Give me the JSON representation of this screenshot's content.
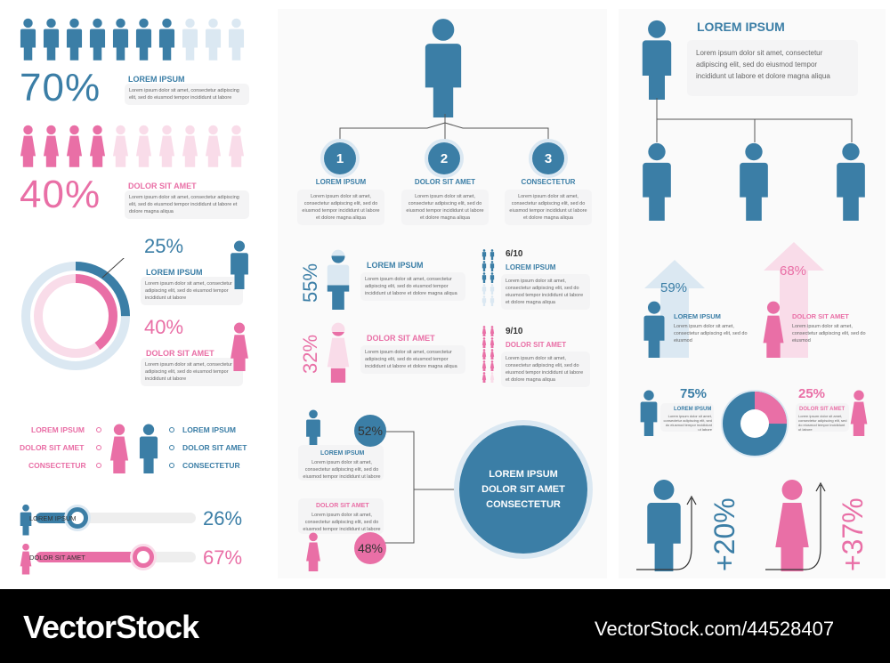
{
  "colors": {
    "blue": "#3b7ea6",
    "pink": "#e96fa6",
    "light_blue": "#dbe8f2",
    "light_pink": "#f9dce9"
  },
  "left": {
    "stat1": {
      "value": "70%",
      "filled": 7,
      "total": 10,
      "title": "LOREM IPSUM",
      "text": "Lorem ipsum dolor sit amet, consectetur adipiscing elit, sed do eiusmod tempor incididunt ut labore"
    },
    "stat2": {
      "value": "40%",
      "filled": 4,
      "total": 10,
      "title": "DOLOR SIT AMET",
      "text": "Lorem ipsum dolor sit amet, consectetur adipiscing elit, sed do eiusmod tempor incididunt ut labore et dolore magna aliqua"
    },
    "rings": [
      {
        "value": "25%",
        "fraction": 0.25,
        "title": "LOREM IPSUM",
        "text": "Lorem ipsum dolor sit amet, consectetur adipiscing elit, sed do eiusmod tempor incididunt ut labore"
      },
      {
        "value": "40%",
        "fraction": 0.4,
        "title": "DOLOR SIT AMET",
        "text": "Lorem ipsum dolor sit amet, consectetur adipiscing elit, sed do eiusmod tempor incididunt ut labore"
      }
    ],
    "legend": {
      "left": [
        "LOREM IPSUM",
        "DOLOR SIT AMET",
        "CONSECTETUR"
      ],
      "right": [
        "LOREM IPSUM",
        "DOLOR SIT AMET",
        "CONSECTETUR"
      ]
    },
    "bars": [
      {
        "label": "LOREM IPSUM",
        "value": "26%",
        "fraction": 0.26
      },
      {
        "label": "DOLOR SIT AMET",
        "value": "67%",
        "fraction": 0.67
      }
    ]
  },
  "middle": {
    "steps": [
      {
        "num": "1",
        "title": "LOREM IPSUM",
        "text": "Lorem ipsum dolor sit amet, consectetur adipiscing elit, sed do eiusmod tempor incididunt ut labore et dolore magna aliqua"
      },
      {
        "num": "2",
        "title": "DOLOR SIT AMET",
        "text": "Lorem ipsum dolor sit amet, consectetur adipiscing elit, sed do eiusmod tempor incididunt ut labore et dolore magna aliqua"
      },
      {
        "num": "3",
        "title": "CONSECTETUR",
        "text": "Lorem ipsum dolor sit amet, consectetur adipiscing elit, sed do eiusmod tempor incididunt ut labore et dolore magna aliqua"
      }
    ],
    "stats": [
      {
        "value": "55%",
        "title": "LOREM IPSUM",
        "text": "Lorem ipsum dolor sit amet, consectetur adipiscing elit, sed do eiusmod tempor incididunt ut labore et dolore magna aliqua"
      },
      {
        "value": "32%",
        "title": "DOLOR SIT AMET",
        "text": "Lorem ipsum dolor sit amet, consectetur adipiscing elit, sed do eiusmod tempor incididunt ut labore et dolore magna aliqua"
      }
    ],
    "ratios": [
      {
        "value": "6/10",
        "filled": 6,
        "title": "LOREM IPSUM",
        "text": "Lorem ipsum dolor sit amet, consectetur adipiscing elit, sed do eiusmod tempor incididunt ut labore et dolore magna aliqua"
      },
      {
        "value": "9/10",
        "filled": 9,
        "title": "DOLOR SIT AMET",
        "text": "Lorem ipsum dolor sit amet, consectetur adipiscing elit, sed do eiusmod tempor incididunt ut labore et dolore magna aliqua"
      }
    ],
    "split": {
      "items": [
        {
          "value": "52%",
          "title": "LOREM IPSUM",
          "text": "Lorem ipsum dolor sit amet, consectetur adipiscing elit, sed do eiusmod tempor incididunt ut labore"
        },
        {
          "value": "48%",
          "title": "DOLOR SIT AMET",
          "text": "Lorem ipsum dolor sit amet, consectetur adipiscing elit, sed do eiusmod tempor incididunt ut labore"
        }
      ],
      "center": [
        "LOREM IPSUM",
        "DOLOR SIT AMET",
        "CONSECTETUR"
      ]
    }
  },
  "right": {
    "hierarchy": {
      "title": "LOREM IPSUM",
      "text": "Lorem ipsum dolor sit amet, consectetur adipiscing elit, sed do eiusmod tempor incididunt ut labore et dolore magna aliqua"
    },
    "arrows": [
      {
        "value": "59%",
        "title": "LOREM IPSUM",
        "text": "Lorem ipsum dolor sit amet, consectetur adipiscing elit, sed do eiusmod"
      },
      {
        "value": "68%",
        "title": "DOLOR SIT AMET",
        "text": "Lorem ipsum dolor sit amet, consectetur adipiscing elit, sed do eiusmod"
      }
    ],
    "donut": [
      {
        "value": "75%",
        "fraction": 0.75,
        "title": "LOREM IPSUM",
        "text": "Lorem ipsum dolor sit amet, consectetur adipiscing elit, sed do eiusmod tempor incididunt ut labore"
      },
      {
        "value": "25%",
        "fraction": 0.25,
        "title": "DOLOR SIT AMET",
        "text": "Lorem ipsum dolor sit amet, consectetur adipiscing elit, sed do eiusmod tempor incididunt ut labore"
      }
    ],
    "growth": [
      {
        "value": "+20%"
      },
      {
        "value": "+37%"
      }
    ]
  },
  "footer": {
    "brand": "VectorStock",
    "url": "VectorStock.com/44528407"
  }
}
